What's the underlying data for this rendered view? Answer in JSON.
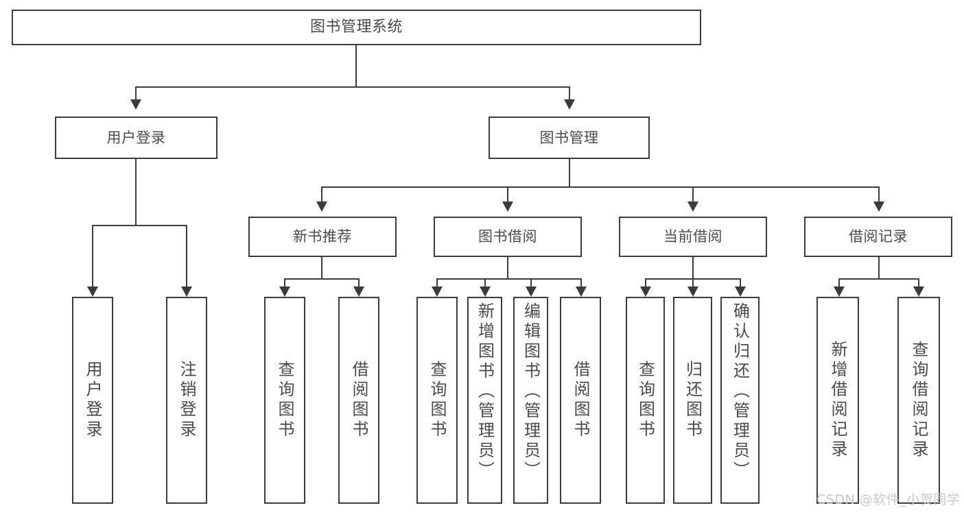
{
  "diagram": {
    "title": "图书管理系统",
    "type": "tree-hierarchy",
    "watermark": "CSDN @软件_小贺同学",
    "colors": {
      "background": "#ffffff",
      "box_border": "#3b3b3b",
      "connector": "#3b3b3b",
      "text": "#4a4a4a",
      "watermark": "#c8c8c8"
    },
    "root": {
      "label": "图书管理系统"
    },
    "level2": [
      {
        "label": "用户登录"
      },
      {
        "label": "图书管理"
      }
    ],
    "level3": [
      {
        "label": "新书推荐"
      },
      {
        "label": "图书借阅"
      },
      {
        "label": "当前借阅"
      },
      {
        "label": "借阅记录"
      }
    ],
    "leaves": {
      "user_login": [
        {
          "label": "用户登录"
        },
        {
          "label": "注销登录"
        }
      ],
      "new_book_recommend": [
        {
          "label": "查询图书"
        },
        {
          "label": "借阅图书"
        }
      ],
      "book_borrow": [
        {
          "label": "查询图书"
        },
        {
          "label": "新增图书（管理员）"
        },
        {
          "label": "编辑图书（管理员）"
        },
        {
          "label": "借阅图书"
        }
      ],
      "current_borrow": [
        {
          "label": "查询图书"
        },
        {
          "label": "归还图书"
        },
        {
          "label": "确认归还（管理员）"
        }
      ],
      "borrow_record": [
        {
          "label": "新增借阅记录"
        },
        {
          "label": "查询借阅记录"
        }
      ]
    }
  },
  "chart_data": {
    "type": "table",
    "title": "图书管理系统 功能结构树",
    "nodes": [
      {
        "id": "root",
        "label": "图书管理系统",
        "level": 0,
        "parent": null
      },
      {
        "id": "n1",
        "label": "用户登录",
        "level": 1,
        "parent": "root"
      },
      {
        "id": "n2",
        "label": "图书管理",
        "level": 1,
        "parent": "root"
      },
      {
        "id": "n1a",
        "label": "用户登录",
        "level": 2,
        "parent": "n1"
      },
      {
        "id": "n1b",
        "label": "注销登录",
        "level": 2,
        "parent": "n1"
      },
      {
        "id": "n2a",
        "label": "新书推荐",
        "level": 2,
        "parent": "n2"
      },
      {
        "id": "n2b",
        "label": "图书借阅",
        "level": 2,
        "parent": "n2"
      },
      {
        "id": "n2c",
        "label": "当前借阅",
        "level": 2,
        "parent": "n2"
      },
      {
        "id": "n2d",
        "label": "借阅记录",
        "level": 2,
        "parent": "n2"
      },
      {
        "id": "n2a1",
        "label": "查询图书",
        "level": 3,
        "parent": "n2a"
      },
      {
        "id": "n2a2",
        "label": "借阅图书",
        "level": 3,
        "parent": "n2a"
      },
      {
        "id": "n2b1",
        "label": "查询图书",
        "level": 3,
        "parent": "n2b"
      },
      {
        "id": "n2b2",
        "label": "新增图书（管理员）",
        "level": 3,
        "parent": "n2b"
      },
      {
        "id": "n2b3",
        "label": "编辑图书（管理员）",
        "level": 3,
        "parent": "n2b"
      },
      {
        "id": "n2b4",
        "label": "借阅图书",
        "level": 3,
        "parent": "n2b"
      },
      {
        "id": "n2c1",
        "label": "查询图书",
        "level": 3,
        "parent": "n2c"
      },
      {
        "id": "n2c2",
        "label": "归还图书",
        "level": 3,
        "parent": "n2c"
      },
      {
        "id": "n2c3",
        "label": "确认归还（管理员）",
        "level": 3,
        "parent": "n2c"
      },
      {
        "id": "n2d1",
        "label": "新增借阅记录",
        "level": 3,
        "parent": "n2d"
      },
      {
        "id": "n2d2",
        "label": "查询借阅记录",
        "level": 3,
        "parent": "n2d"
      }
    ]
  }
}
